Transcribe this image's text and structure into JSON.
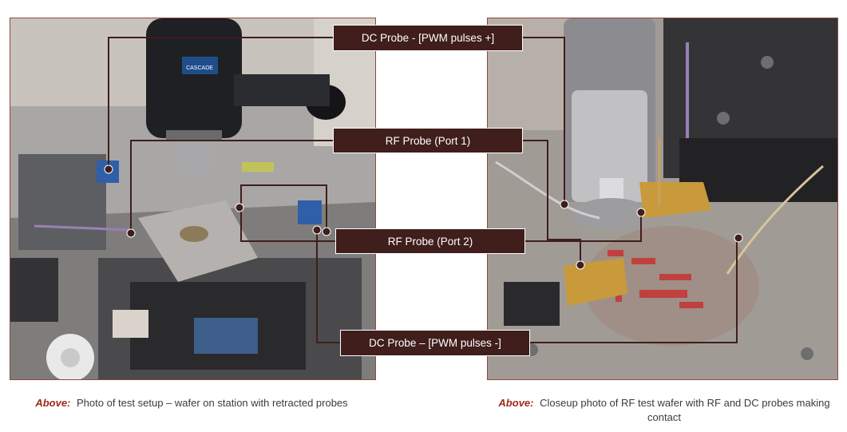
{
  "callouts": {
    "dc_plus": "DC Probe - [PWM pulses +]",
    "rf_port1": "RF Probe (Port 1)",
    "rf_port2": "RF Probe (Port 2)",
    "dc_minus": "DC Probe – [PWM pulses -]"
  },
  "captions": {
    "left": {
      "lead": "Above:",
      "text": "Photo of test setup – wafer on station with retracted probes"
    },
    "right": {
      "lead": "Above:",
      "text": "Closeup photo of RF test wafer with RF and DC probes making contact"
    }
  },
  "photo_left": {
    "logo_text": "CASCADE"
  },
  "colors": {
    "callout_bg": "#3f1e1c",
    "leader_line": "#3f1e1c",
    "caption_lead": "#9b2a1a",
    "photo_border": "#8b4a3f"
  }
}
